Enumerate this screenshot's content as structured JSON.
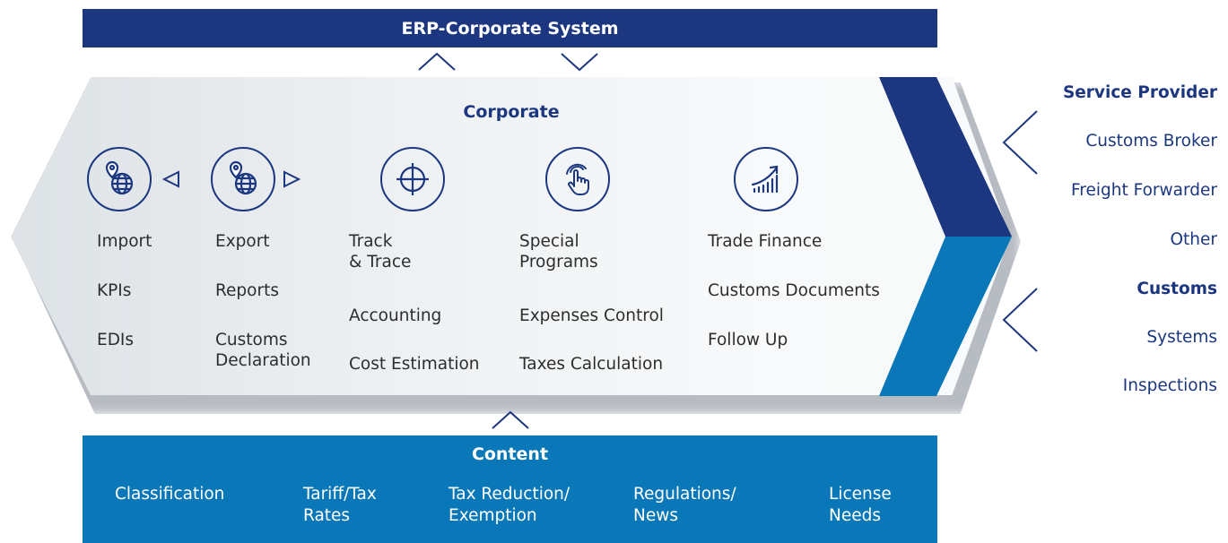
{
  "erp_title": "ERP-Corporate System",
  "corporate": {
    "title": "Corporate",
    "columns": [
      {
        "icon": "globe-pin-import-icon",
        "items": [
          "Import",
          "KPIs",
          "EDIs"
        ]
      },
      {
        "icon": "globe-pin-export-icon",
        "items": [
          "Export",
          "Reports",
          "Customs\nDeclaration"
        ]
      },
      {
        "icon": "crosshair-icon",
        "items": [
          "Track\n& Trace",
          "Accounting",
          "Cost Estimation"
        ]
      },
      {
        "icon": "pointer-hand-icon",
        "items": [
          "Special\nPrograms",
          "Expenses Control",
          "Taxes Calculation"
        ]
      },
      {
        "icon": "growth-chart-icon",
        "items": [
          "Trade Finance",
          "Customs Documents",
          "Follow Up"
        ]
      }
    ]
  },
  "content": {
    "title": "Content",
    "items": [
      "Classification",
      "Tariff/Tax\nRates",
      "Tax Reduction/\nExemption",
      "Regulations/\nNews",
      "License\nNeeds"
    ]
  },
  "side": {
    "service_provider": {
      "title": "Service Provider",
      "items": [
        "Customs Broker",
        "Freight Forwarder",
        "Other"
      ]
    },
    "customs": {
      "title": "Customs",
      "items": [
        "Systems",
        "Inspections"
      ]
    }
  },
  "colors": {
    "navy": "#1c377f",
    "blue": "#0a78b8",
    "panel": "#eef1f3"
  }
}
